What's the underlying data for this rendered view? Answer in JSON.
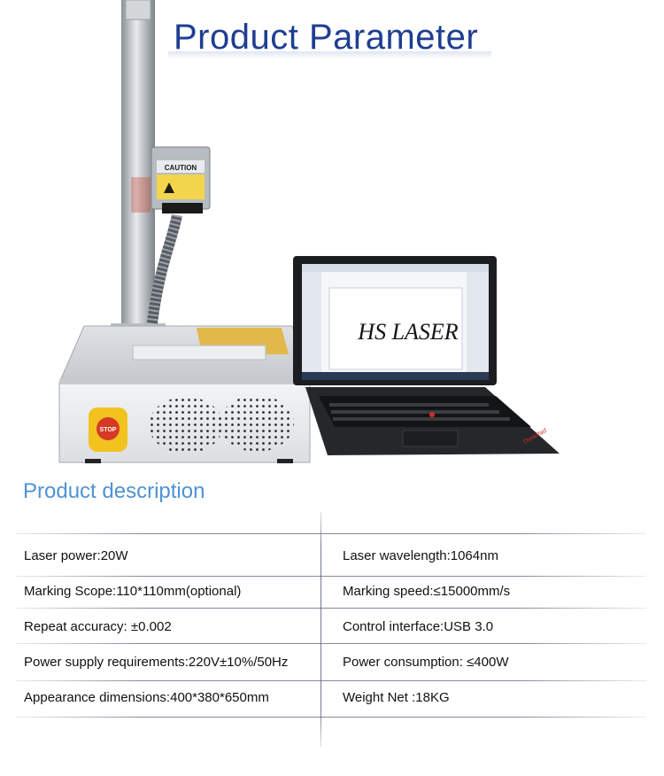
{
  "header": {
    "title": "Product Parameter"
  },
  "hero": {
    "caution_label": "CAUTION",
    "screen_text": "HS LASER",
    "stop_label": "STOP",
    "laptop_brand": "ThinkPad"
  },
  "section": {
    "title": "Product description"
  },
  "specs": {
    "rows": [
      {
        "left": "Laser power:20W",
        "right": "Laser wavelength:1064nm"
      },
      {
        "left": "Marking Scope:110*110mm(optional)",
        "right": "Marking speed:≤15000mm/s"
      },
      {
        "left": "Repeat accuracy: ±0.002",
        "right": "Control interface:USB 3.0"
      },
      {
        "left": "Power supply requirements:220V±10%/50Hz",
        "right": "Power consumption: ≤400W"
      },
      {
        "left": "Appearance dimensions:400*380*650mm",
        "right": "Weight Net :18KG"
      }
    ]
  },
  "colors": {
    "title": "#1f3e92",
    "section_title": "#4f93d2",
    "text": "#111111"
  }
}
